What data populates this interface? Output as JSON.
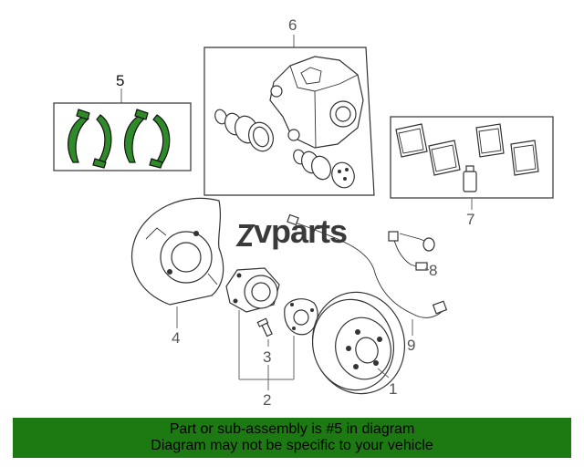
{
  "diagram": {
    "callouts": {
      "c1": "1",
      "c2": "2",
      "c3": "3",
      "c4": "4",
      "c5": "5",
      "c6": "6",
      "c7": "7",
      "c8": "8",
      "c9": "9"
    },
    "watermark": "vparts",
    "highlight_color": "#2f8a2a"
  },
  "banner": {
    "line1": "Part or sub-assembly is #5 in diagram",
    "line2": "Diagram may not be specific to your vehicle",
    "background": "#1d7a12"
  }
}
